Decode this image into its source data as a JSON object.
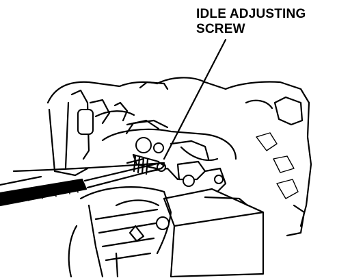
{
  "callout": {
    "line1": "IDLE ADJUSTING",
    "line2": "SCREW"
  },
  "icons": {
    "screwdriver": "screwdriver-icon",
    "screw": "idle-adjusting-screw"
  }
}
